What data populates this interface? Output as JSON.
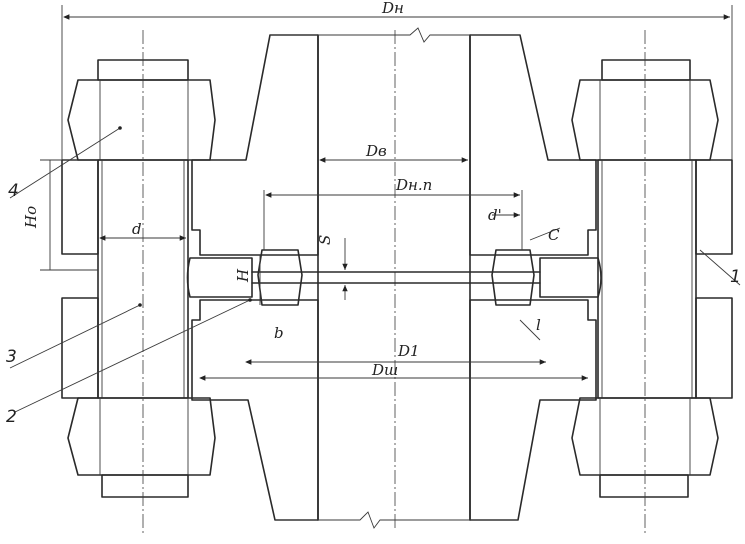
{
  "labels": {
    "dn": "Dн",
    "dv": "Dв",
    "dnp": "Dн.п",
    "d_bolt": "d",
    "d_pin": "d'",
    "ho": "Hо",
    "h": "H",
    "s": "S",
    "c": "C",
    "d1": "D1",
    "dsh": "Dш",
    "b": "b",
    "l": "l"
  },
  "parts": {
    "p1": "1",
    "p2": "2",
    "p3": "3",
    "p4": "4"
  },
  "colors": {
    "line": "#2a2a2a",
    "paper": "#ffffff"
  }
}
